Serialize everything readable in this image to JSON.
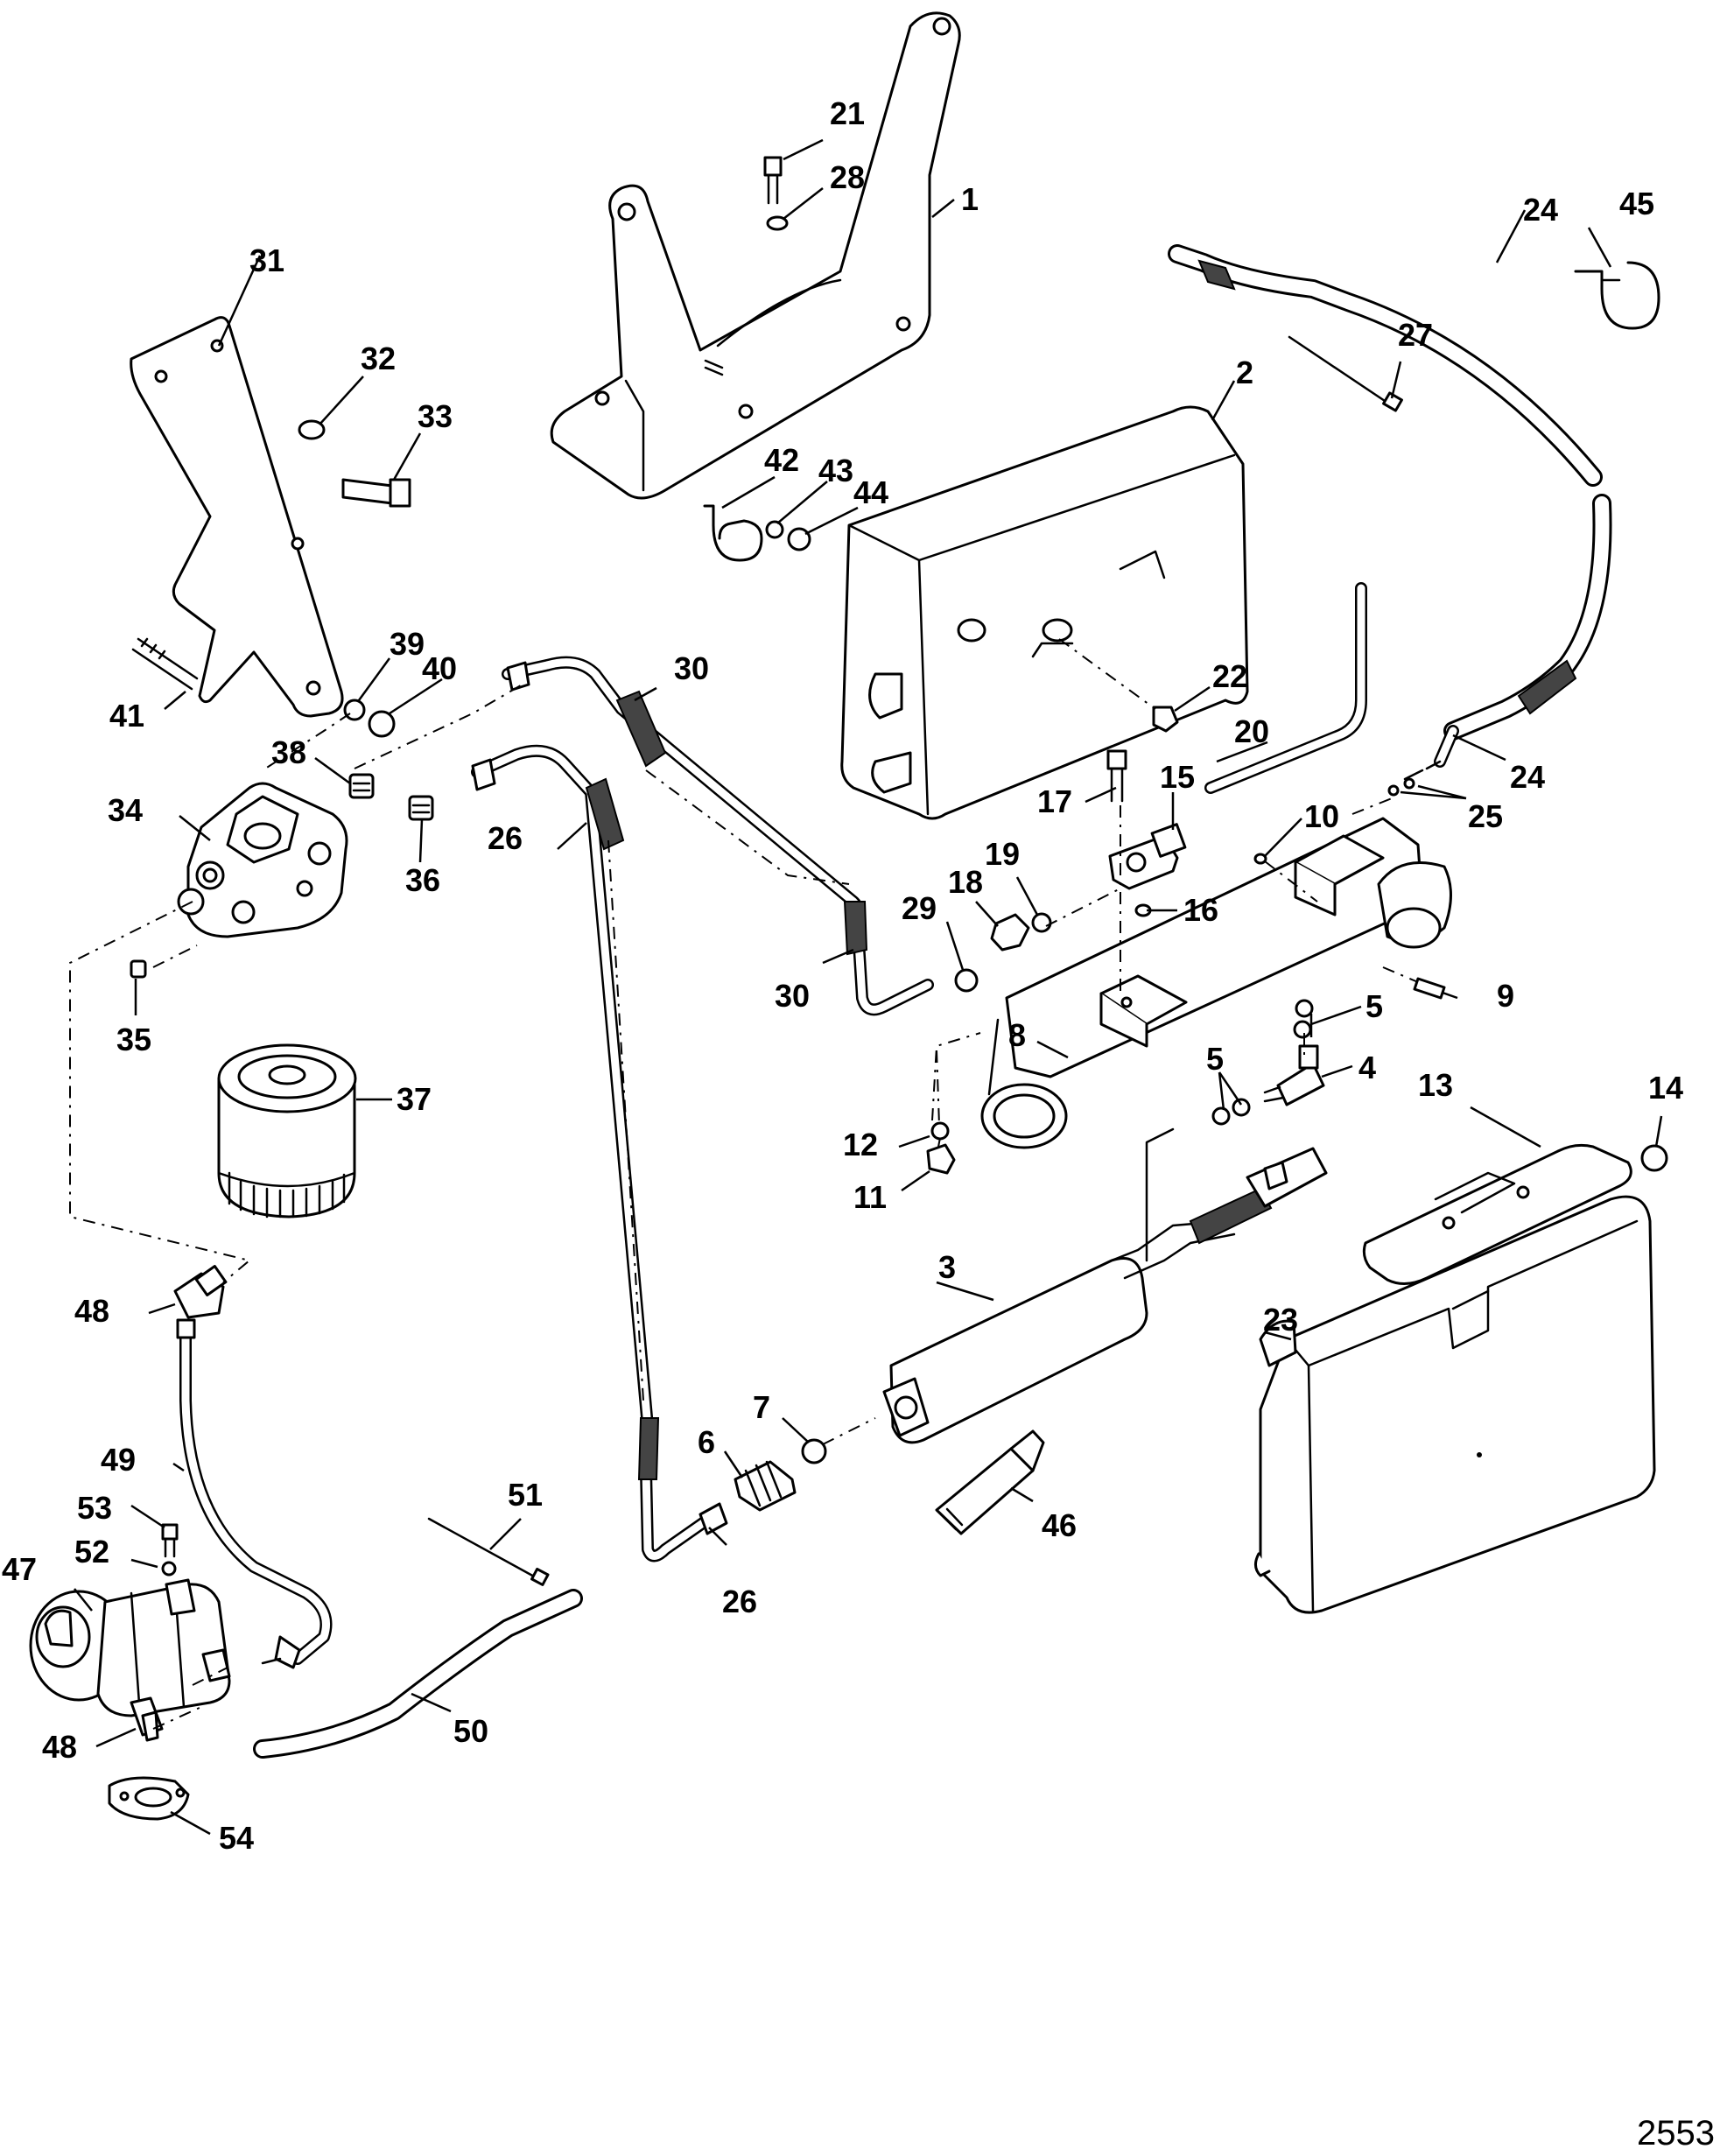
{
  "figure_number": "2553",
  "callouts": [
    "1",
    "2",
    "3",
    "4",
    "5",
    "5",
    "5",
    "6",
    "7",
    "8",
    "9",
    "10",
    "11",
    "12",
    "13",
    "14",
    "15",
    "16",
    "17",
    "18",
    "19",
    "20",
    "21",
    "22",
    "23",
    "24",
    "24",
    "25",
    "26",
    "26",
    "27",
    "28",
    "29",
    "30",
    "30",
    "31",
    "32",
    "33",
    "34",
    "35",
    "36",
    "37",
    "38",
    "39",
    "40",
    "41",
    "42",
    "43",
    "44",
    "45",
    "46",
    "47",
    "48",
    "48",
    "49",
    "50",
    "51",
    "52",
    "53",
    "54"
  ]
}
